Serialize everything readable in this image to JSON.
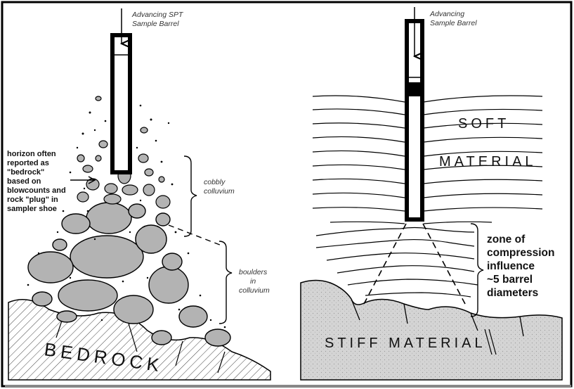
{
  "left_panel": {
    "sampler_label_line1": "Advancing SPT",
    "sampler_label_line2": "Sample Barrel",
    "horizon_note": [
      "horizon often",
      "reported as",
      "\"bedrock\"",
      "based on",
      "blowcounts and",
      "rock \"plug\" in",
      "sampler shoe"
    ],
    "cobbly_label": [
      "cobbly",
      "colluvium"
    ],
    "boulders_label": [
      "boulders",
      "in",
      "colluvium"
    ],
    "bedrock_label": "BEDROCK"
  },
  "right_panel": {
    "sampler_label_line1": "Advancing",
    "sampler_label_line2": "Sample Barrel",
    "soft_label": "SOFT",
    "material_label": "MATERIAL",
    "zone_label": [
      "zone of",
      "compression",
      "influence",
      "~5 barrel",
      "diameters"
    ],
    "stiff_label": "STIFF MATERIAL"
  },
  "colors": {
    "frame_border": "#000000",
    "rock_fill": "#b3b3b3",
    "stiff_fill": "#d0d0d0",
    "line": "#000000"
  }
}
